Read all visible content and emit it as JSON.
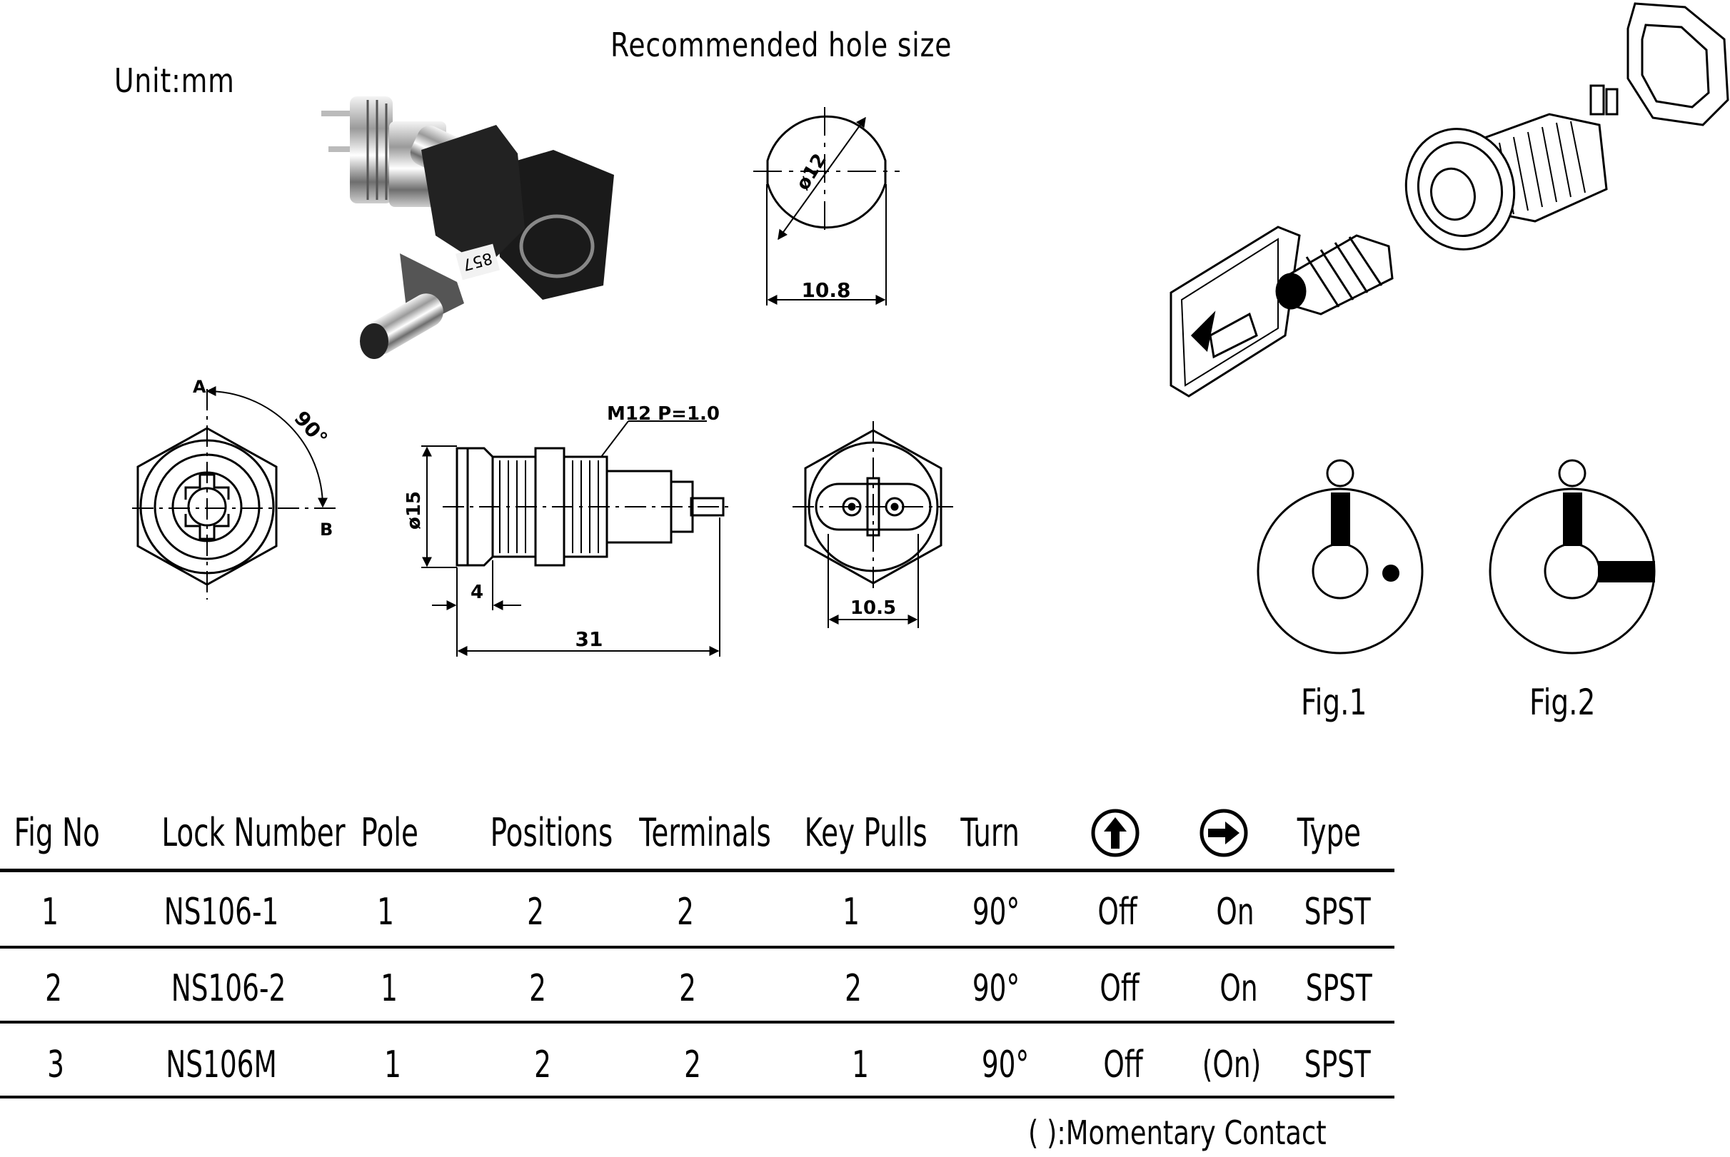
{
  "unit_label": "Unit:mm",
  "hole_title": "Recommended hole size",
  "dimensions": {
    "hole_diameter": "ø12",
    "hole_width": "10.8",
    "angle": "90°",
    "point_a": "A",
    "point_b": "B",
    "thread": "M12  P=1.0",
    "body_diameter": "ø15",
    "flange": "4",
    "length": "31",
    "back_width": "10.5"
  },
  "product_photo_text": "857",
  "figures": {
    "fig1": "Fig.1",
    "fig2": "Fig.2"
  },
  "table": {
    "headers": [
      "Fig No",
      "Lock Number",
      "Pole",
      "Positions",
      "Terminals",
      "Key Pulls",
      "Turn",
      "up-arrow-icon",
      "right-arrow-icon",
      "Type"
    ],
    "rows": [
      [
        "1",
        "NS106-1",
        "1",
        "2",
        "2",
        "1",
        "90°",
        "Off",
        "On",
        "SPST"
      ],
      [
        "2",
        "NS106-2",
        "1",
        "2",
        "2",
        "2",
        "90°",
        "Off",
        "On",
        "SPST"
      ],
      [
        "3",
        "NS106M",
        "1",
        "2",
        "2",
        "1",
        "90°",
        "Off",
        "(On)",
        "SPST"
      ]
    ],
    "footnote": "(  ):Momentary  Contact"
  }
}
